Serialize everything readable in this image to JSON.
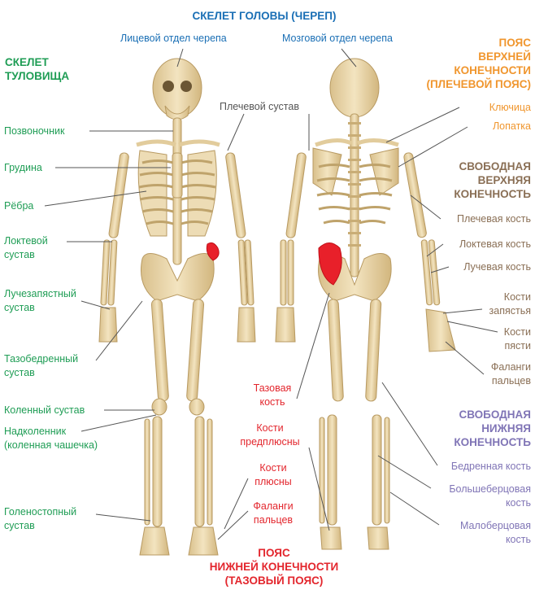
{
  "colors": {
    "skull": "#1a6fb5",
    "trunk": "#1f9d55",
    "upper_girdle": "#f0962e",
    "free_upper": "#8a6f55",
    "lower_girdle": "#e3262d",
    "free_lower": "#8075b6",
    "bone": "#ead7ae",
    "bone_shade": "#c8ab73",
    "leader": "#555555"
  },
  "headings": {
    "skull": "СКЕЛЕТ ГОЛОВЫ (ЧЕРЕП)",
    "trunk": [
      "СКЕЛЕТ",
      "ТУЛОВИЩА"
    ],
    "upper_girdle": [
      "ПОЯС",
      "ВЕРХНЕЙ",
      "КОНЕЧНОСТИ",
      "(ПЛЕЧЕВОЙ ПОЯС)"
    ],
    "free_upper": [
      "СВОБОДНАЯ",
      "ВЕРХНЯЯ",
      "КОНЕЧНОСТЬ"
    ],
    "free_lower": [
      "СВОБОДНАЯ",
      "НИЖНЯЯ",
      "КОНЕЧНОСТЬ"
    ],
    "lower_girdle": [
      "ПОЯС",
      "НИЖНЕЙ КОНЕЧНОСТИ",
      "(ТАЗОВЫЙ ПОЯС)"
    ]
  },
  "labels": {
    "facial_skull": "Лицевой отдел черепа",
    "brain_skull": "Мозговой отдел черепа",
    "shoulder_joint": "Плечевой сустав",
    "spine": "Позвоночник",
    "sternum": "Грудина",
    "ribs": "Рёбра",
    "elbow_joint": [
      "Локтевой",
      "сустав"
    ],
    "wrist_joint": [
      "Лучезапястный",
      "сустав"
    ],
    "hip_joint": [
      "Тазобедренный",
      "сустав"
    ],
    "knee_joint": "Коленный сустав",
    "patella": [
      "Надколенник",
      "(коленная чашечка)"
    ],
    "ankle_joint": [
      "Голеностопный",
      "сустав"
    ],
    "clavicle": "Ключица",
    "scapula": "Лопатка",
    "humerus": "Плечевая кость",
    "ulna": "Локтевая кость",
    "radius": "Лучевая кость",
    "carpals": [
      "Кости",
      "запястья"
    ],
    "metacarpals": [
      "Кости",
      "пясти"
    ],
    "hand_phalanges": [
      "Фаланги",
      "пальцев"
    ],
    "femur": "Бедренная кость",
    "tibia": [
      "Большеберцовая",
      "кость"
    ],
    "fibula": [
      "Малоберцовая",
      "кость"
    ],
    "pelvic_bone": [
      "Тазовая",
      "кость"
    ],
    "tarsals": [
      "Кости",
      "предплюсны"
    ],
    "metatarsals": [
      "Кости",
      "плюсны"
    ],
    "toe_phalanges": [
      "Фаланги",
      "пальцев"
    ]
  }
}
